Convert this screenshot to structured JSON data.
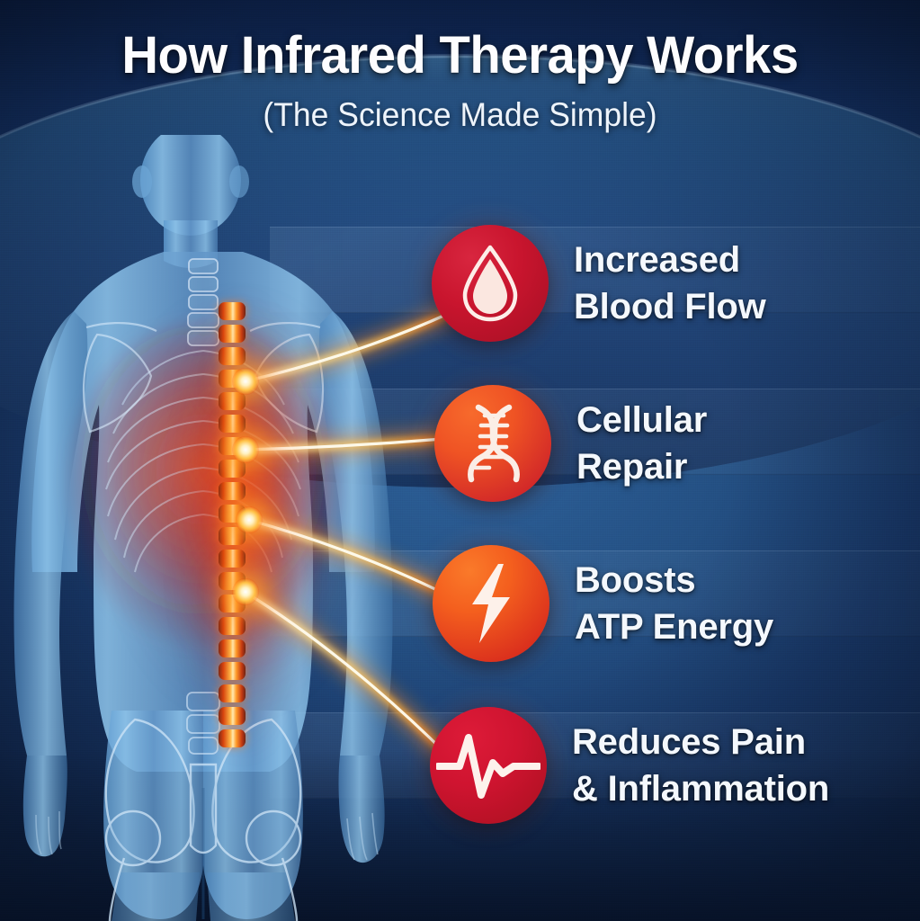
{
  "header": {
    "title": "How Infrared Therapy Works",
    "subtitle": "(The Science Made Simple)"
  },
  "colors": {
    "background_dark": "#0e2450",
    "background_mid": "#23497d",
    "background_light": "#2d6099",
    "title_text": "#fdfdff",
    "label_text": "#f4f8fd",
    "beam_glow": "#ffc247",
    "spine_hot": "#ffe9b0",
    "spine_red": "#d8450f",
    "body_blue": "#8fbfe6"
  },
  "illustration": {
    "subject_name": "human-back-anatomy",
    "spine_label": "glowing-spine",
    "node_count": 4
  },
  "benefits": [
    {
      "icon": "blood-drop-icon",
      "label": "Increased\nBlood Flow",
      "circle_color_start": "#c9152e",
      "circle_color_end": "#a50f24"
    },
    {
      "icon": "dna-helix-icon",
      "label": "Cellular\nRepair",
      "circle_color_start": "#ef5324",
      "circle_color_end": "#c4142a"
    },
    {
      "icon": "lightning-bolt-icon",
      "label": "Boosts\nATP Energy",
      "circle_color_start": "#f45f1e",
      "circle_color_end": "#cf1a1c"
    },
    {
      "icon": "heartbeat-pulse-icon",
      "label": "Reduces Pain\n& Inflammation",
      "circle_color_start": "#cf1430",
      "circle_color_end": "#a8101f"
    }
  ]
}
